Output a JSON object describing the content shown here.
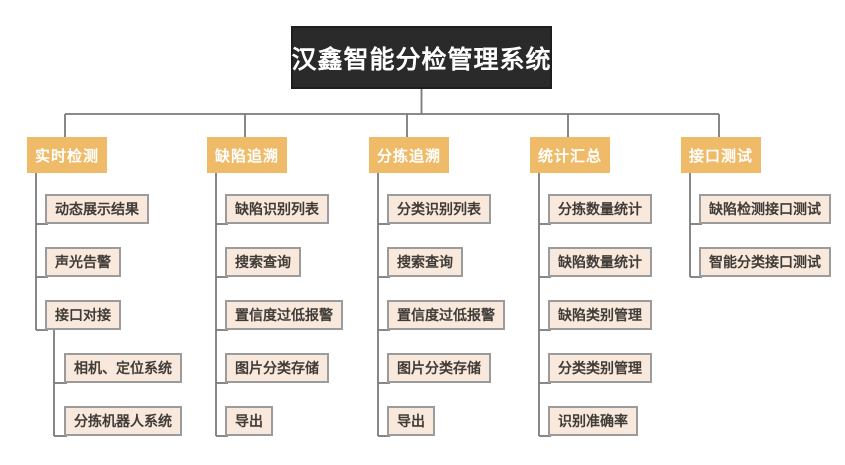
{
  "diagram": {
    "title": "汉鑫智能分检管理系统",
    "branches": [
      {
        "label": "实时检测",
        "children": [
          {
            "label": "动态展示结果"
          },
          {
            "label": "声光告警"
          },
          {
            "label": "接口对接",
            "children": [
              {
                "label": "相机、定位系统"
              },
              {
                "label": "分拣机器人系统"
              }
            ]
          }
        ]
      },
      {
        "label": "缺陷追溯",
        "children": [
          {
            "label": "缺陷识别列表"
          },
          {
            "label": "搜索查询"
          },
          {
            "label": "置信度过低报警"
          },
          {
            "label": "图片分类存储"
          },
          {
            "label": "导出"
          }
        ]
      },
      {
        "label": "分拣追溯",
        "children": [
          {
            "label": "分类识别列表"
          },
          {
            "label": "搜索查询"
          },
          {
            "label": "置信度过低报警"
          },
          {
            "label": "图片分类存储"
          },
          {
            "label": "导出"
          }
        ]
      },
      {
        "label": "统计汇总",
        "children": [
          {
            "label": "分拣数量统计"
          },
          {
            "label": "缺陷数量统计"
          },
          {
            "label": "缺陷类别管理"
          },
          {
            "label": "分类类别管理"
          },
          {
            "label": "识别准确率"
          }
        ]
      },
      {
        "label": "接口测试",
        "children": [
          {
            "label": "缺陷检测接口测试"
          },
          {
            "label": "智能分类接口测试"
          }
        ]
      }
    ],
    "colors": {
      "root_bg": "#2b2a2a",
      "root_border": "#1f1e1e",
      "root_text": "#ffffff",
      "branch_bg": "#efbb69",
      "branch_text": "#ffffff",
      "child_bg": "#f9e8dc",
      "child_border": "#9b9b9b",
      "child_text": "#3f3b36",
      "line": "#7a7a7a"
    }
  }
}
